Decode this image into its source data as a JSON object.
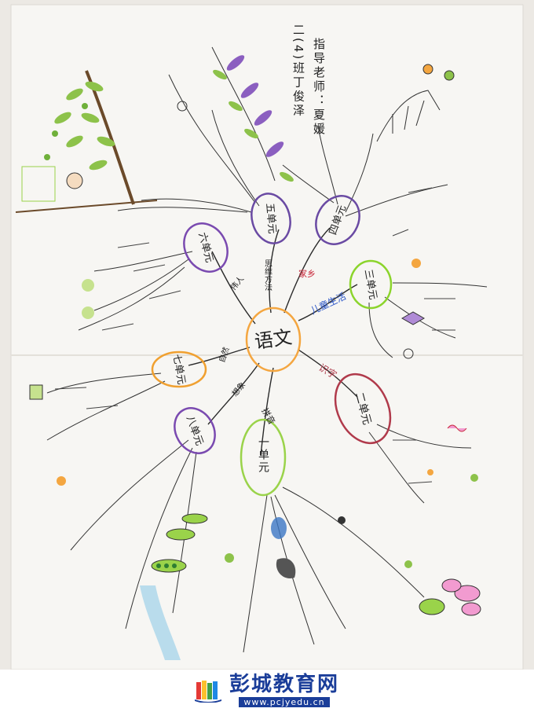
{
  "title_lines": [
    "二(4)班丁俊泽",
    "指导老师：夏媛"
  ],
  "center": "语文",
  "units": {
    "u1": "一单元",
    "u2": "二单元",
    "u3": "三单元",
    "u4": "四单元",
    "u5": "五单元",
    "u6": "六单元",
    "u7": "七单元",
    "u8": "八单元"
  },
  "branch_labels": {
    "u1": "拼音",
    "u2": "识字",
    "u3": "儿童生活",
    "u4": "家乡",
    "u5": "思维方法",
    "u6": "伟人",
    "u7": "自然",
    "u8": "想象"
  },
  "colors": {
    "paper": "#f7f6f3",
    "ink": "#222222",
    "brand": "#1a3d99",
    "center_ring": "#f4a640",
    "u1_ring": "#9ad34a",
    "u2_ring": "#b03a4b",
    "u3_ring": "#8bd42b",
    "u4_ring": "#6a4aa3",
    "u5_ring": "#6a4aa3",
    "u6_ring": "#7a4ab0",
    "u7_ring": "#f0a030",
    "u8_ring": "#7a4ab0"
  },
  "footer": {
    "brand": "彭城教育网",
    "url": "www.pcjyedu.cn"
  }
}
